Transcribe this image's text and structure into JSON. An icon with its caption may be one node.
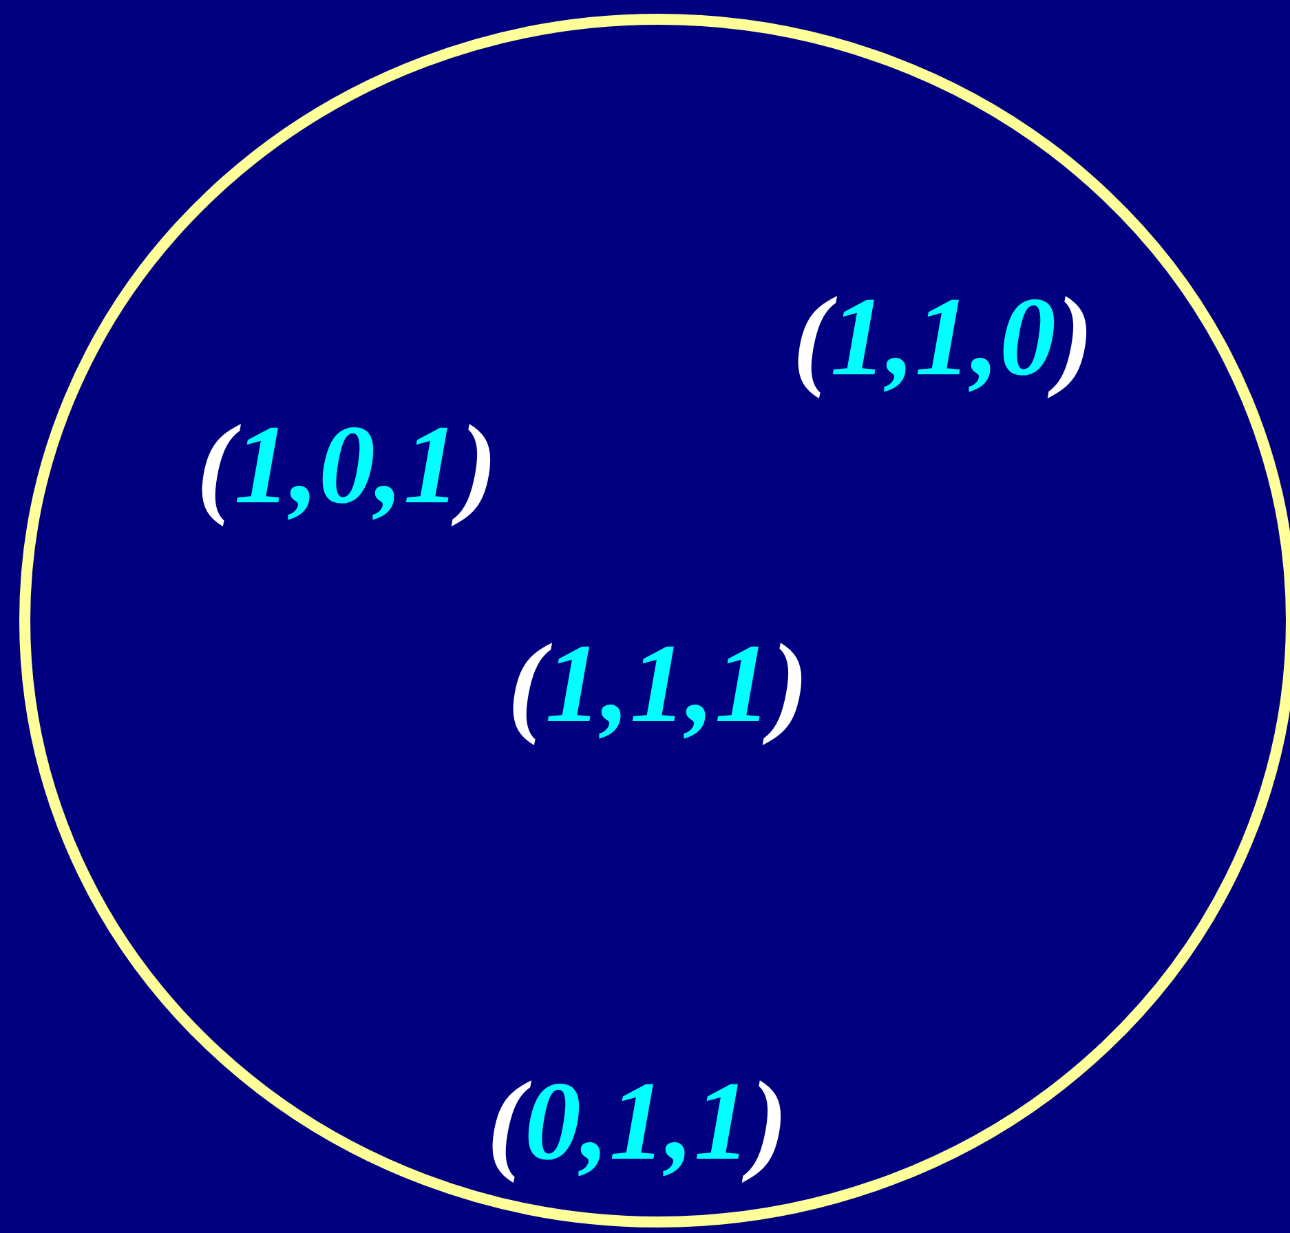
{
  "diagram": {
    "nodes": [
      {
        "text": [
          "(1,1,0)",
          "(1,0,1)",
          "(1,1,1)",
          "(0,1,1)"
        ]
      }
    ]
  }
}
